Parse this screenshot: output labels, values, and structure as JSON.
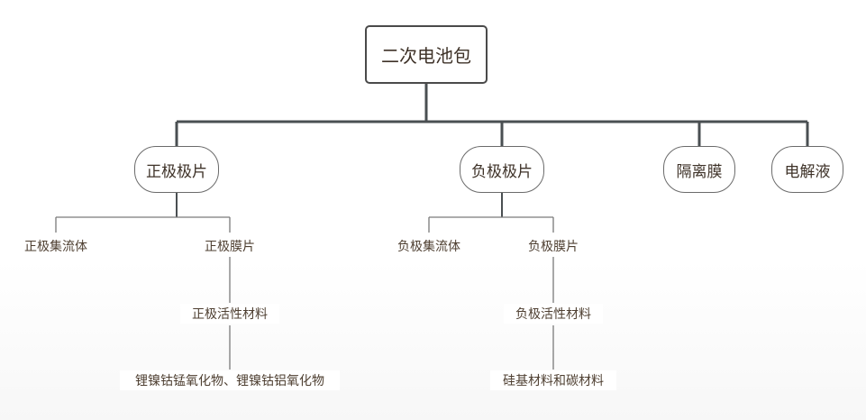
{
  "root": "二次电池包",
  "level1": {
    "positive_plate": "正极极片",
    "negative_plate": "负极极片",
    "separator": "隔离膜",
    "electrolyte": "电解液"
  },
  "positive": {
    "collector": "正极集流体",
    "film": "正极膜片",
    "active": "正极活性材料",
    "materials": "锂镍钴锰氧化物、锂镍钴铝氧化物"
  },
  "negative": {
    "collector": "负极集流体",
    "film": "负极膜片",
    "active": "负极活性材料",
    "materials": "硅基材料和碳材料"
  },
  "colors": {
    "connector_main": "#4a4f52",
    "connector_sub": "#6f6f6f",
    "text": "#3e3228"
  }
}
